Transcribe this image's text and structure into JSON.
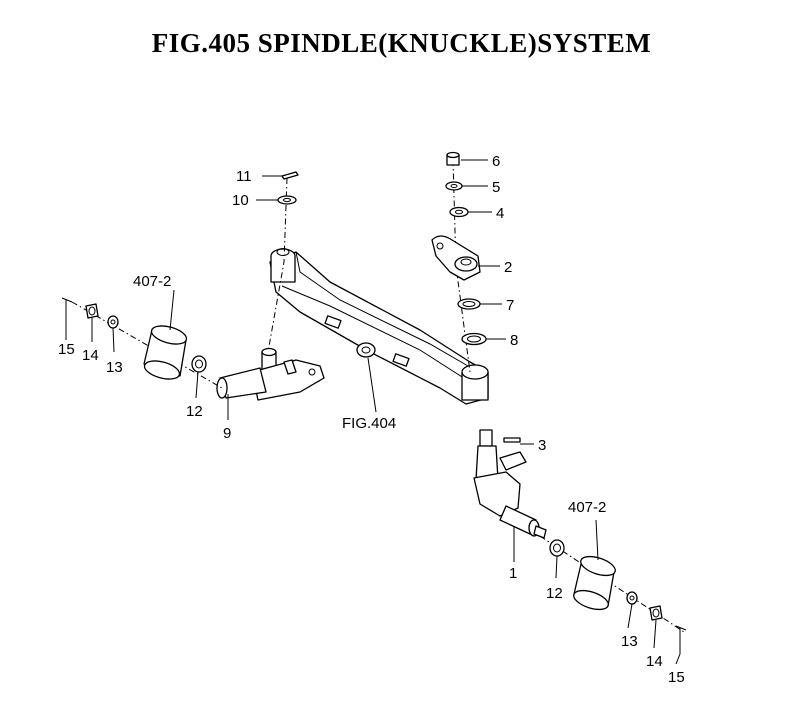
{
  "title": "FIG.405  SPINDLE(KNUCKLE)SYSTEM",
  "callouts": {
    "p1": "1",
    "p2": "2",
    "p3": "3",
    "p4": "4",
    "p5": "5",
    "p6": "6",
    "p7": "7",
    "p8": "8",
    "p9": "9",
    "p10": "10",
    "p11": "11",
    "p12_left": "12",
    "p12_right": "12",
    "p13_left": "13",
    "p13_right": "13",
    "p14_left": "14",
    "p14_right": "14",
    "p15_left": "15",
    "p15_right": "15",
    "ref_407_left": "407-2",
    "ref_407_right": "407-2",
    "ref_fig404": "FIG.404"
  }
}
